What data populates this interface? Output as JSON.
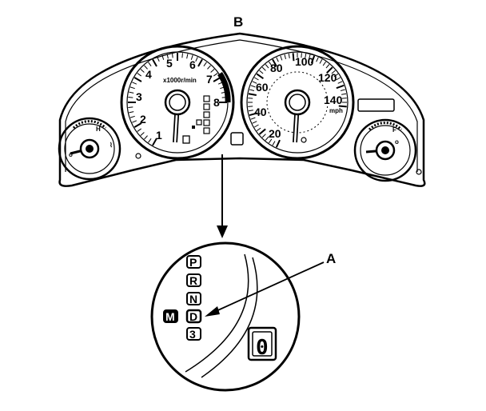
{
  "callouts": {
    "cluster": "B",
    "indicator": "A"
  },
  "tachometer": {
    "unit": "x1000r/min",
    "scale": [
      "1",
      "2",
      "3",
      "4",
      "5",
      "6",
      "7",
      "8"
    ]
  },
  "speedometer": {
    "unit": "mph",
    "scale": [
      "20",
      "40",
      "60",
      "80",
      "100",
      "120",
      "140"
    ]
  },
  "temp_gauge": {
    "high": "H"
  },
  "fuel_gauge": {
    "full": "F"
  },
  "shift_indicator": {
    "positions": [
      "P",
      "R",
      "N",
      "D",
      "3"
    ],
    "mode": "M",
    "selected": "D",
    "gear_display": "0"
  }
}
